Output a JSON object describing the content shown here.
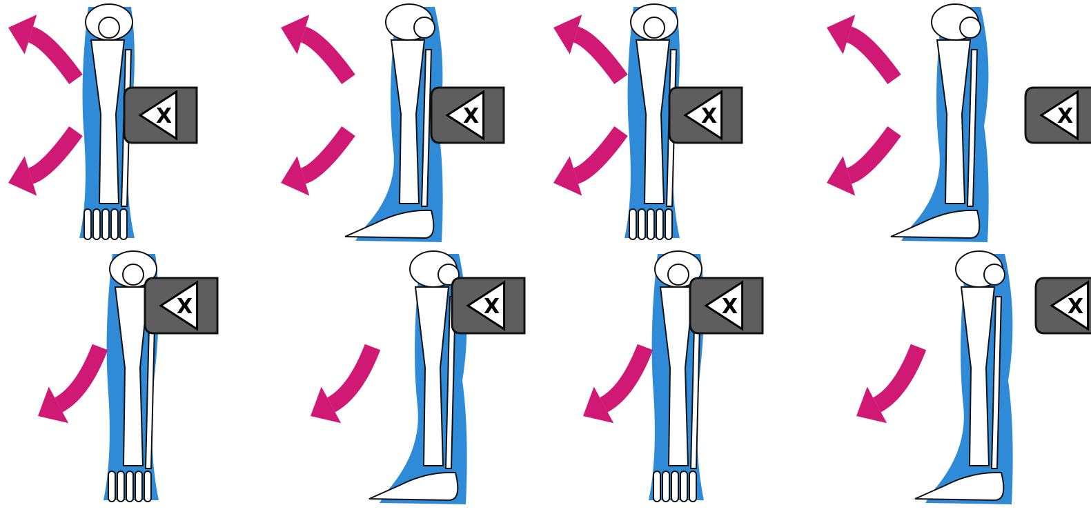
{
  "figure": {
    "panels": [
      {
        "row": 1,
        "view": "anterior",
        "plate_label": "X",
        "arrows": 2
      },
      {
        "row": 1,
        "view": "lateral",
        "plate_label": "X",
        "arrows": 2
      },
      {
        "row": 1,
        "view": "anterior",
        "plate_label": "X",
        "arrows": 2
      },
      {
        "row": 1,
        "view": "lateral",
        "plate_label": "X",
        "arrows": 2
      },
      {
        "row": 2,
        "view": "anterior",
        "plate_label": "X",
        "arrows": 1
      },
      {
        "row": 2,
        "view": "lateral",
        "plate_label": "X",
        "arrows": 1
      },
      {
        "row": 2,
        "view": "anterior",
        "plate_label": "X",
        "arrows": 1
      },
      {
        "row": 2,
        "view": "lateral",
        "plate_label": "X",
        "arrows": 1
      }
    ],
    "colors": {
      "arrow": "#d01875",
      "leg_outline": "#2f8ad8",
      "bone_fill": "#ffffff",
      "bone_stroke": "#111111",
      "plate_fill": "#5e5e5e",
      "plate_stroke": "#111111",
      "triangle_fill": "#ffffff"
    },
    "icons": [
      "arrow-icon",
      "x-ray-plate-icon",
      "beam-triangle-icon"
    ]
  }
}
